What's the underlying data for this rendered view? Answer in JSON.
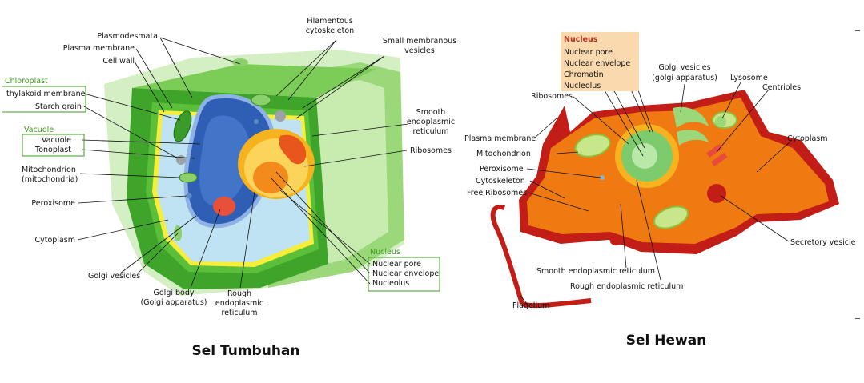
{
  "colors": {
    "plant_green_dark": "#2e8b1e",
    "plant_green": "#5cbf3a",
    "plant_green_light": "#9ad87a",
    "plant_cytoplasm": "#bfe3f2",
    "plant_vacuole": "#2f5fb5",
    "plant_nucleus": "#f6b21f",
    "animal_membrane": "#c21d16",
    "animal_cytoplasm": "#ef7a12",
    "animal_nucleus": "#7ccc6e",
    "category_green": "#3f9a1f",
    "category_red": "#b2341e",
    "nucleus_box_bg": "#fbd9ae"
  },
  "plant": {
    "title": "Sel Tumbuhan",
    "labels": {
      "plasmodesmata": "Plasmodesmata",
      "plasma_membrane": "Plasma membrane",
      "cell_wall": "Cell wall",
      "filamentous": [
        "Filamentous",
        "cytoskeleton"
      ],
      "small_vesicles": [
        "Small membranous",
        "vesicles"
      ],
      "smooth_er": [
        "Smooth",
        "endoplasmic",
        "reticulum"
      ],
      "ribosomes": "Ribosomes",
      "mitochondrion": [
        "Mitochondrion",
        "(mitochondria)"
      ],
      "peroxisome": "Peroxisome",
      "cytoplasm": "Cytoplasm",
      "golgi_vesicles": "Golgi vesicles",
      "golgi_body": [
        "Golgi body",
        "(Golgi apparatus)"
      ],
      "rough_er": [
        "Rough",
        "endoplasmic",
        "reticulum"
      ]
    },
    "chloroplast_group": {
      "title": "Chloroplast",
      "items": [
        "thylakoid membrane",
        "Starch grain"
      ]
    },
    "vacuole_group": {
      "title": "Vacuole",
      "items": [
        "Vacuole",
        "Tonoplast"
      ]
    },
    "nucleus_group": {
      "title": "Nucleus",
      "items": [
        "Nuclear pore",
        "Nuclear envelope",
        "Nucleolus"
      ]
    }
  },
  "animal": {
    "title": "Sel Hewan",
    "nucleus_group": {
      "title": "Nucleus",
      "items": [
        "Nuclear pore",
        "Nuclear envelope",
        "Chromatin",
        "Nucleolus"
      ]
    },
    "labels": {
      "golgi_vesicles": [
        "Golgi vesicles",
        "(golgi apparatus)"
      ],
      "lysosome": "Lysosome",
      "centrioles": "Centrioles",
      "ribosomes": "Ribosomes",
      "plasma_membrane": "Plasma membrane",
      "mitochondrion": "Mitochondrion",
      "peroxisome": "Peroxisome",
      "cytoskeleton": "Cytoskeleton",
      "free_ribosomes": "Free Ribosomes",
      "cytoplasm": "Cytoplasm",
      "secretory_vesicle": "Secretory vesicle",
      "smooth_er": "Smooth endoplasmic reticulum",
      "rough_er": "Rough endoplasmic reticulum",
      "flagellum": "Flagellum"
    }
  }
}
